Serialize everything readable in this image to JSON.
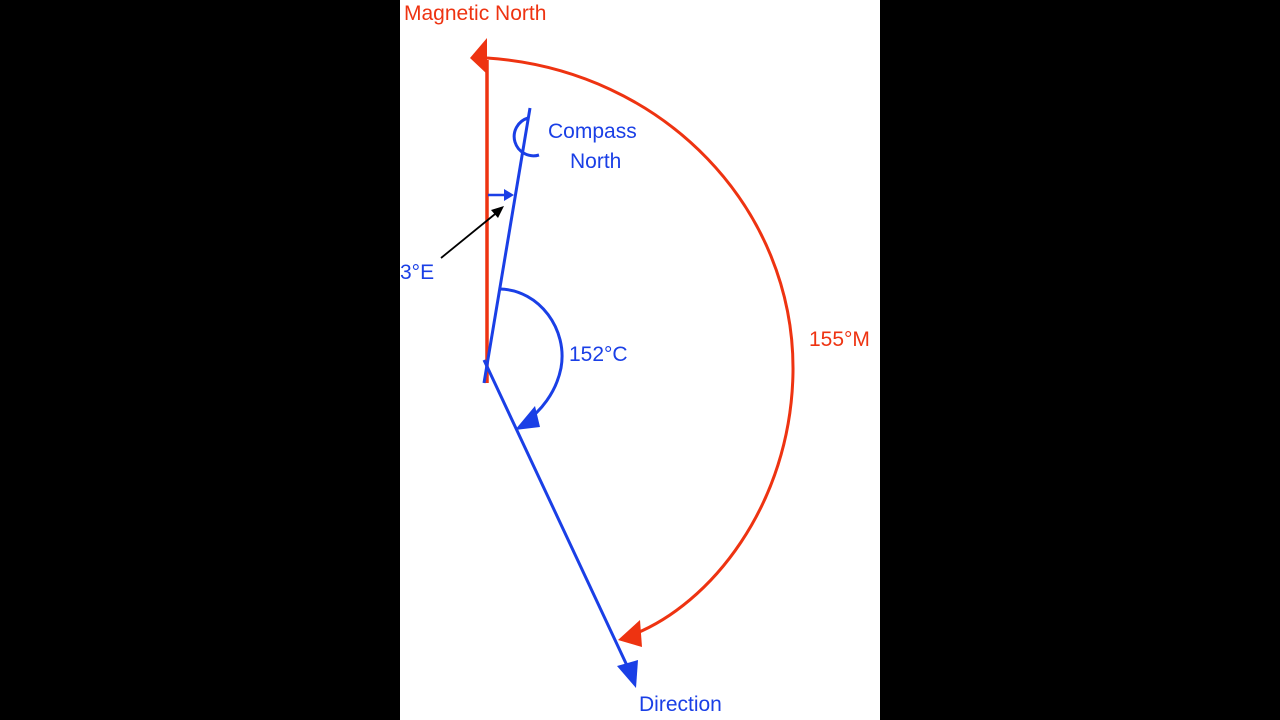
{
  "colors": {
    "magnetic": "#ee3311",
    "compass": "#1a3fe6",
    "pointer": "#000000",
    "panel": "#ffffff",
    "background": "#000000"
  },
  "labels": {
    "magnetic_north": "Magnetic North",
    "compass_north_line1": "Compass",
    "compass_north_line2": "North",
    "deviation": "3°E",
    "compass_bearing": "152°C",
    "magnetic_bearing": "155°M",
    "direction": "Direction"
  }
}
